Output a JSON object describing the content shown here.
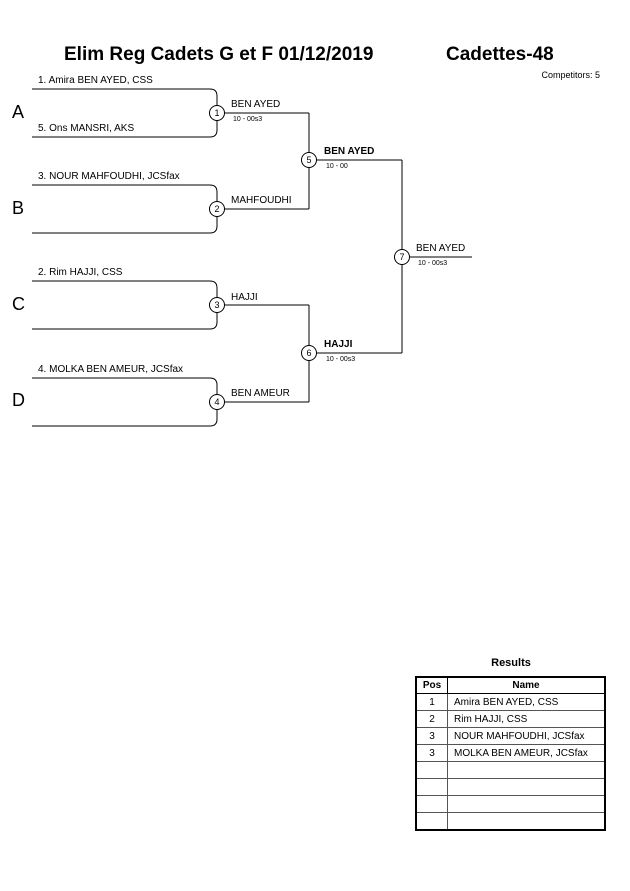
{
  "header": {
    "event_title": "Elim Reg Cadets G et F  01/12/2019",
    "category": "Cadettes-48",
    "competitors_label": "Competitors: 5"
  },
  "pools": [
    {
      "letter": "A",
      "entries": [
        "1. Amira BEN AYED, CSS",
        "5. Ons MANSRI, AKS"
      ]
    },
    {
      "letter": "B",
      "entries": [
        "3. NOUR MAHFOUDHI, JCSfax",
        ""
      ]
    },
    {
      "letter": "C",
      "entries": [
        "2. Rim HAJJI, CSS",
        ""
      ]
    },
    {
      "letter": "D",
      "entries": [
        "4. MOLKA BEN AMEUR, JCSfax",
        ""
      ]
    }
  ],
  "matches": {
    "m1": {
      "number": "1",
      "winner": "BEN AYED",
      "score": "10 - 00s3"
    },
    "m2": {
      "number": "2",
      "winner": "MAHFOUDHI",
      "score": ""
    },
    "m3": {
      "number": "3",
      "winner": "HAJJI",
      "score": ""
    },
    "m4": {
      "number": "4",
      "winner": "BEN AMEUR",
      "score": ""
    },
    "m5": {
      "number": "5",
      "winner": "BEN AYED",
      "score": "10 - 00"
    },
    "m6": {
      "number": "6",
      "winner": "HAJJI",
      "score": "10 - 00s3"
    },
    "m7": {
      "number": "7",
      "winner": "BEN AYED",
      "score": "10 - 00s3"
    }
  },
  "results": {
    "title": "Results",
    "col_pos": "Pos",
    "col_name": "Name",
    "rows": [
      {
        "pos": "1",
        "name": "Amira BEN AYED, CSS"
      },
      {
        "pos": "2",
        "name": "Rim HAJJI, CSS"
      },
      {
        "pos": "3",
        "name": "NOUR MAHFOUDHI, JCSfax"
      },
      {
        "pos": "3",
        "name": "MOLKA BEN AMEUR, JCSfax"
      },
      {
        "pos": "",
        "name": ""
      },
      {
        "pos": "",
        "name": ""
      },
      {
        "pos": "",
        "name": ""
      },
      {
        "pos": "",
        "name": ""
      }
    ]
  }
}
